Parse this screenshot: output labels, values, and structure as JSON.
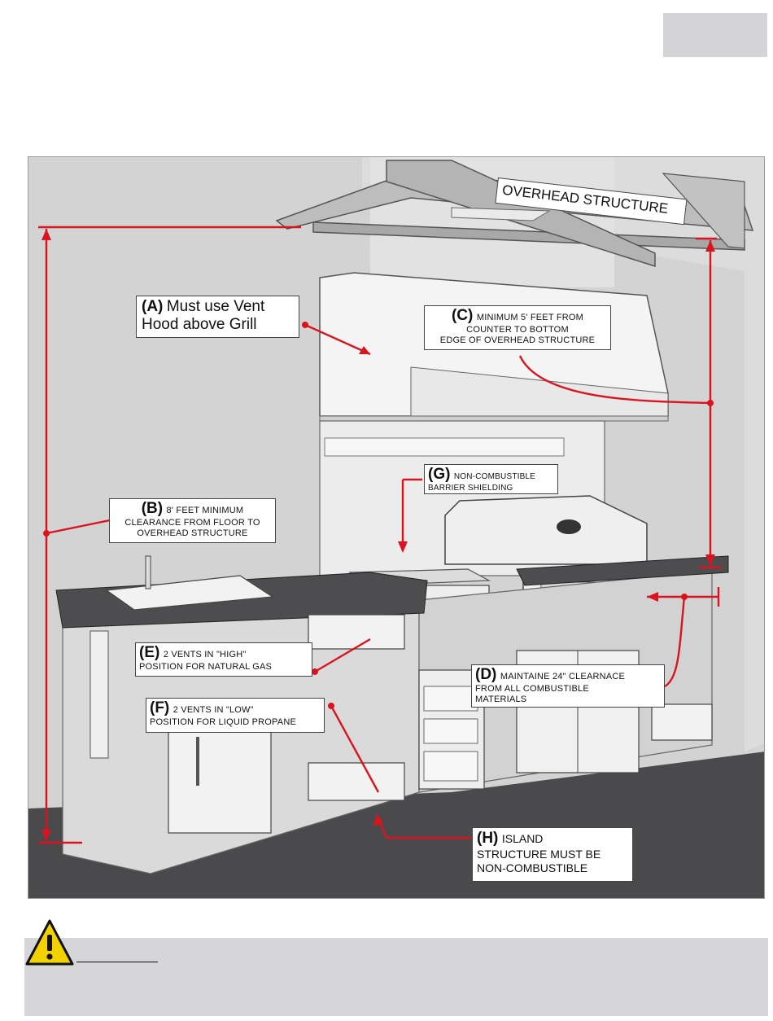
{
  "overhead": {
    "label": "OVERHEAD STRUCTURE"
  },
  "callouts": {
    "a": {
      "letter": "(A)",
      "line1": "Must use Vent",
      "line2": "Hood above Grill"
    },
    "b": {
      "letter": "(B)",
      "line1": "8' FEET MINIMUM",
      "line2": "CLEARANCE FROM FLOOR TO",
      "line3": "OVERHEAD STRUCTURE"
    },
    "c": {
      "letter": "(C)",
      "line1": "MINIMUM 5' FEET FROM",
      "line2": "COUNTER TO BOTTOM",
      "line3": "EDGE OF OVERHEAD STRUCTURE"
    },
    "d": {
      "letter": "(D)",
      "line1": "MAINTAINE 24\" CLEARNACE",
      "line2": "FROM ALL COMBUSTIBLE",
      "line3": "MATERIALS"
    },
    "e": {
      "letter": "(E)",
      "line1": "2 VENTS IN \"HIGH\"",
      "line2": "POSITION FOR NATURAL GAS"
    },
    "f": {
      "letter": "(F)",
      "line1": "2 VENTS IN \"LOW\"",
      "line2": "POSITION FOR LIQUID PROPANE"
    },
    "g": {
      "letter": "(G)",
      "line1": "NON-COMBUSTIBLE",
      "line2": "BARRIER SHIELDING"
    },
    "h": {
      "letter": "(H)",
      "line1": "ISLAND",
      "line2": "STRUCTURE MUST BE",
      "line3": "NON-COMBUSTIBLE"
    }
  },
  "colors": {
    "accent": "#d9141e",
    "wall": "#d3d3d3",
    "floor": "#4a4a4c",
    "counter": "#4d4d4f",
    "warning_bar": "#d6d6d8",
    "warning_icon": "#f2d100"
  },
  "icons": {
    "warning": "warning-triangle-icon"
  }
}
